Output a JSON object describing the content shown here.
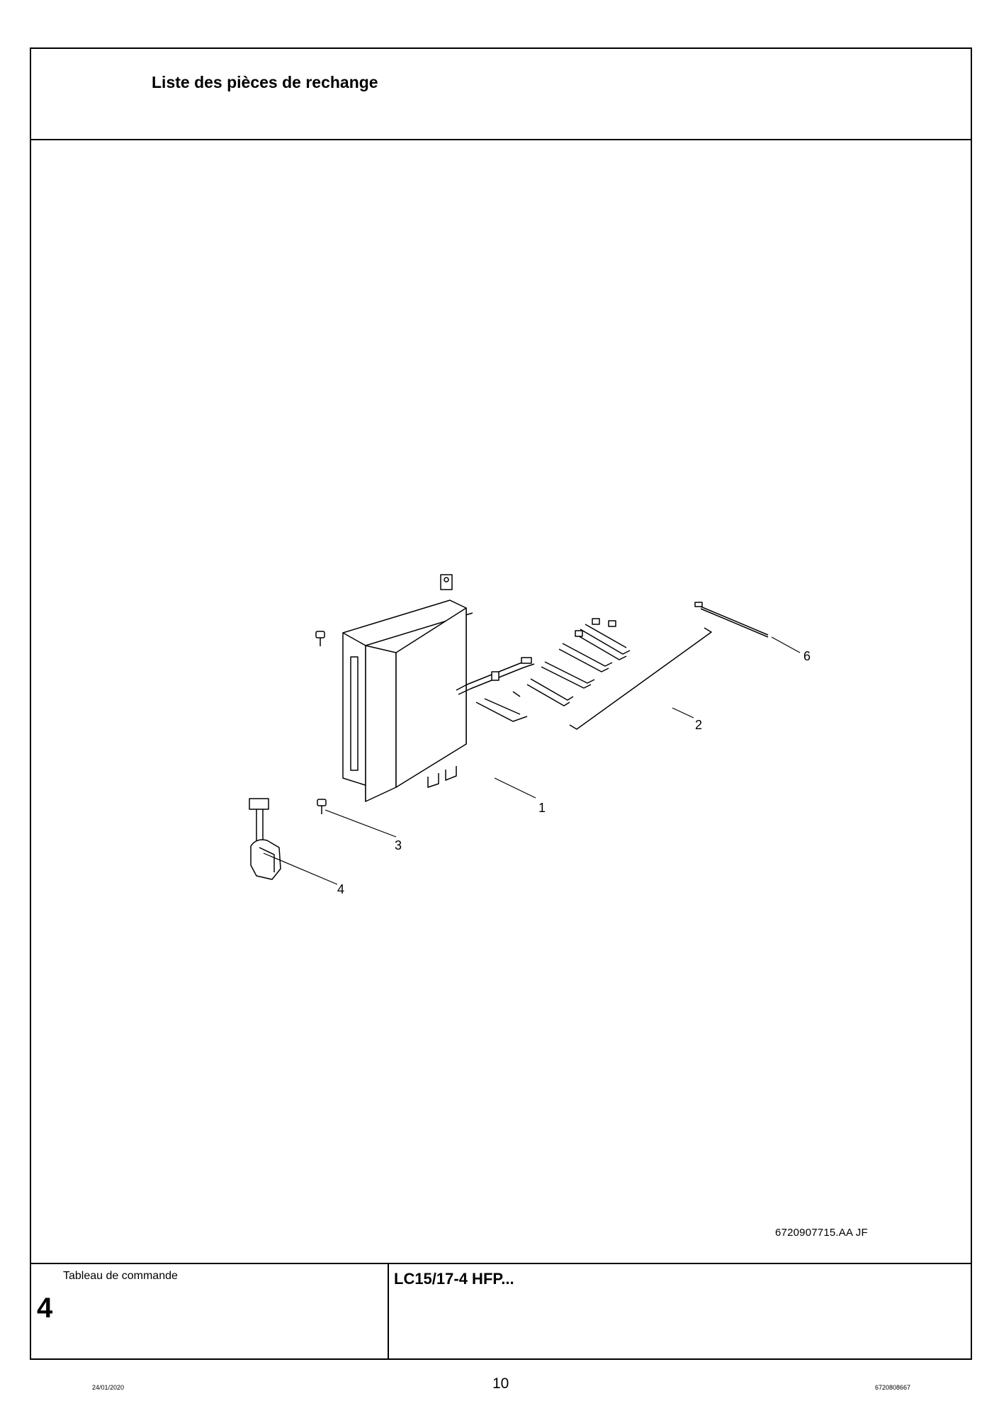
{
  "header": {
    "title": "Liste des pièces de rechange"
  },
  "drawing": {
    "callouts": [
      "1",
      "2",
      "3",
      "4",
      "6"
    ],
    "reference": "6720907715.AA   JF"
  },
  "footer": {
    "section_name": "Tableau de commande",
    "section_number": "4",
    "model": "LC15/17-4 HFP..."
  },
  "page": {
    "date": "24/01/2020",
    "number": "10",
    "doc_code": "6720808667"
  }
}
